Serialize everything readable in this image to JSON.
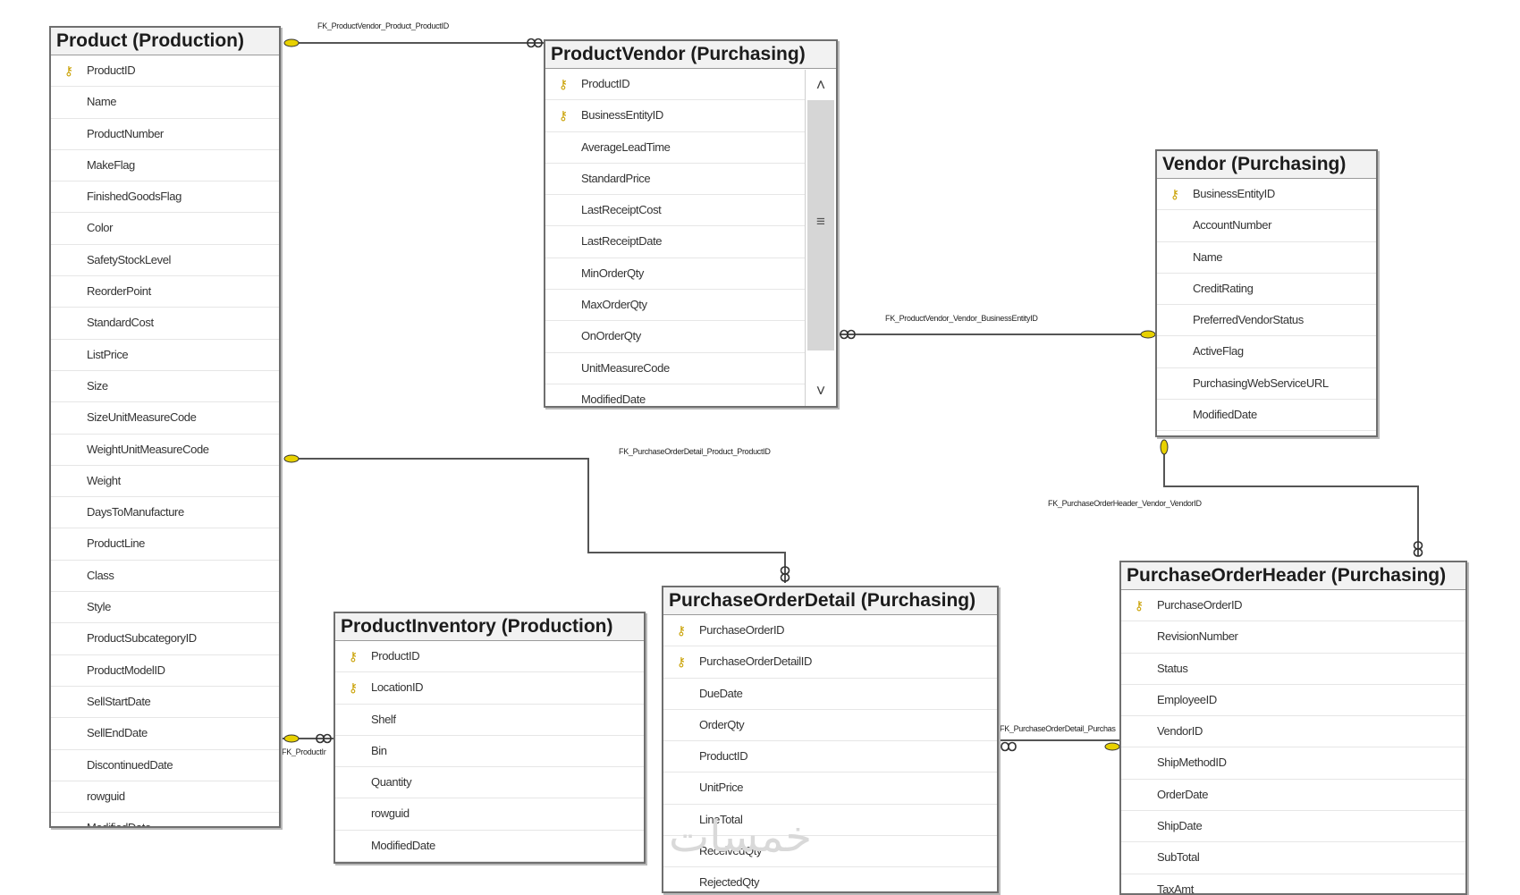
{
  "tables": {
    "product": {
      "title": "Product (Production)",
      "columns": [
        {
          "name": "ProductID",
          "key": true
        },
        {
          "name": "Name",
          "key": false
        },
        {
          "name": "ProductNumber",
          "key": false
        },
        {
          "name": "MakeFlag",
          "key": false
        },
        {
          "name": "FinishedGoodsFlag",
          "key": false
        },
        {
          "name": "Color",
          "key": false
        },
        {
          "name": "SafetyStockLevel",
          "key": false
        },
        {
          "name": "ReorderPoint",
          "key": false
        },
        {
          "name": "StandardCost",
          "key": false
        },
        {
          "name": "ListPrice",
          "key": false
        },
        {
          "name": "Size",
          "key": false
        },
        {
          "name": "SizeUnitMeasureCode",
          "key": false
        },
        {
          "name": "WeightUnitMeasureCode",
          "key": false
        },
        {
          "name": "Weight",
          "key": false
        },
        {
          "name": "DaysToManufacture",
          "key": false
        },
        {
          "name": "ProductLine",
          "key": false
        },
        {
          "name": "Class",
          "key": false
        },
        {
          "name": "Style",
          "key": false
        },
        {
          "name": "ProductSubcategoryID",
          "key": false
        },
        {
          "name": "ProductModelID",
          "key": false
        },
        {
          "name": "SellStartDate",
          "key": false
        },
        {
          "name": "SellEndDate",
          "key": false
        },
        {
          "name": "DiscontinuedDate",
          "key": false
        },
        {
          "name": "rowguid",
          "key": false
        },
        {
          "name": "ModifiedDate",
          "key": false
        }
      ]
    },
    "productVendor": {
      "title": "ProductVendor (Purchasing)",
      "columns": [
        {
          "name": "ProductID",
          "key": true
        },
        {
          "name": "BusinessEntityID",
          "key": true
        },
        {
          "name": "AverageLeadTime",
          "key": false
        },
        {
          "name": "StandardPrice",
          "key": false
        },
        {
          "name": "LastReceiptCost",
          "key": false
        },
        {
          "name": "LastReceiptDate",
          "key": false
        },
        {
          "name": "MinOrderQty",
          "key": false
        },
        {
          "name": "MaxOrderQty",
          "key": false
        },
        {
          "name": "OnOrderQty",
          "key": false
        },
        {
          "name": "UnitMeasureCode",
          "key": false
        },
        {
          "name": "ModifiedDate",
          "key": false
        }
      ]
    },
    "vendor": {
      "title": "Vendor (Purchasing)",
      "columns": [
        {
          "name": "BusinessEntityID",
          "key": true
        },
        {
          "name": "AccountNumber",
          "key": false
        },
        {
          "name": "Name",
          "key": false
        },
        {
          "name": "CreditRating",
          "key": false
        },
        {
          "name": "PreferredVendorStatus",
          "key": false
        },
        {
          "name": "ActiveFlag",
          "key": false
        },
        {
          "name": "PurchasingWebServiceURL",
          "key": false
        },
        {
          "name": "ModifiedDate",
          "key": false
        }
      ]
    },
    "productInventory": {
      "title": "ProductInventory (Production)",
      "columns": [
        {
          "name": "ProductID",
          "key": true
        },
        {
          "name": "LocationID",
          "key": true
        },
        {
          "name": "Shelf",
          "key": false
        },
        {
          "name": "Bin",
          "key": false
        },
        {
          "name": "Quantity",
          "key": false
        },
        {
          "name": "rowguid",
          "key": false
        },
        {
          "name": "ModifiedDate",
          "key": false
        }
      ]
    },
    "purchaseOrderDetail": {
      "title": "PurchaseOrderDetail (Purchasing)",
      "columns": [
        {
          "name": "PurchaseOrderID",
          "key": true
        },
        {
          "name": "PurchaseOrderDetailID",
          "key": true
        },
        {
          "name": "DueDate",
          "key": false
        },
        {
          "name": "OrderQty",
          "key": false
        },
        {
          "name": "ProductID",
          "key": false
        },
        {
          "name": "UnitPrice",
          "key": false
        },
        {
          "name": "LineTotal",
          "key": false
        },
        {
          "name": "ReceivedQty",
          "key": false
        },
        {
          "name": "RejectedQty",
          "key": false
        }
      ]
    },
    "purchaseOrderHeader": {
      "title": "PurchaseOrderHeader (Purchasing)",
      "columns": [
        {
          "name": "PurchaseOrderID",
          "key": true
        },
        {
          "name": "RevisionNumber",
          "key": false
        },
        {
          "name": "Status",
          "key": false
        },
        {
          "name": "EmployeeID",
          "key": false
        },
        {
          "name": "VendorID",
          "key": false
        },
        {
          "name": "ShipMethodID",
          "key": false
        },
        {
          "name": "OrderDate",
          "key": false
        },
        {
          "name": "ShipDate",
          "key": false
        },
        {
          "name": "SubTotal",
          "key": false
        },
        {
          "name": "TaxAmt",
          "key": false
        }
      ]
    }
  },
  "relationships": {
    "pv_product": "FK_ProductVendor_Product_ProductID",
    "pv_vendor": "FK_ProductVendor_Vendor_BusinessEntityID",
    "pod_product": "FK_PurchaseOrderDetail_Product_ProductID",
    "poh_vendor": "FK_PurchaseOrderHeader_Vendor_VendorID",
    "pi_product": "FK_ProductInventory_Product_ProductID",
    "pod_poh": "FK_PurchaseOrderDetail_PurchaseOrderHeader_PurchaseOrderID"
  },
  "scrollbar": {
    "up": "˄",
    "down": "˅",
    "grip": "≡"
  },
  "key_icon": "⚷",
  "watermark": "خمسات",
  "colors": {
    "key": "#c9a000",
    "border": "#6f6f6f",
    "line": "#555555"
  }
}
